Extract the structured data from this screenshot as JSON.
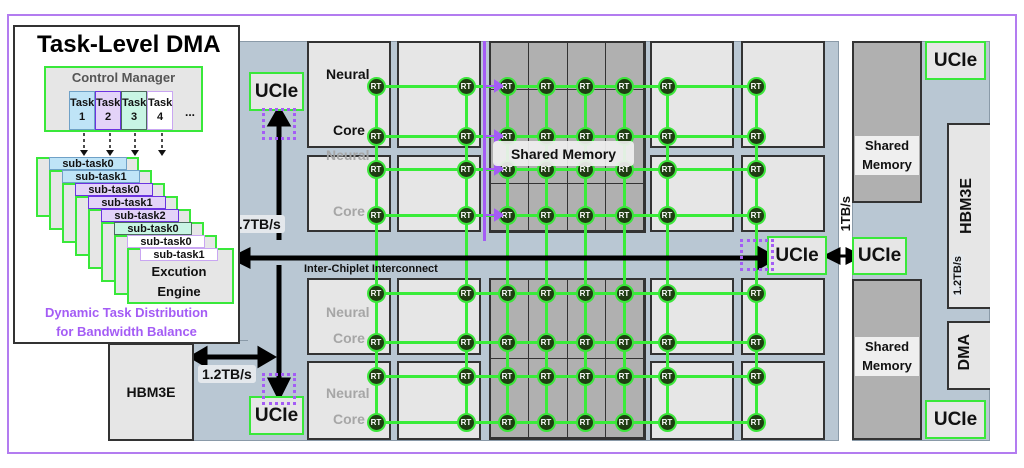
{
  "title": "Task-Level DMA",
  "dma_panel": {
    "control_manager": "Control Manager",
    "tasks": [
      {
        "label": "Task",
        "num": "1",
        "color": "#bfe4f7",
        "border": "#6fa1c7"
      },
      {
        "label": "Task",
        "num": "2",
        "color": "#e3d3f8",
        "border": "#6b33e0"
      },
      {
        "label": "Task",
        "num": "3",
        "color": "#c8f5e4",
        "border": "#4d6b5f"
      },
      {
        "label": "Task",
        "num": "4",
        "color": "#ffffff",
        "border": "#c9a6f2"
      }
    ],
    "more": "...",
    "subtasks": [
      {
        "label": "sub-task0",
        "color": "#bfe4f7",
        "border": "#6fa1c7"
      },
      {
        "label": "sub-task1",
        "color": "#bfe4f7",
        "border": "#6fa1c7"
      },
      {
        "label": "sub-task0",
        "color": "#e3d3f8",
        "border": "#6b33e0"
      },
      {
        "label": "sub-task1",
        "color": "#e3d3f8",
        "border": "#6b33e0"
      },
      {
        "label": "sub-task2",
        "color": "#e3d3f8",
        "border": "#6b33e0"
      },
      {
        "label": "sub-task0",
        "color": "#c8f5e4",
        "border": "#4d6b5f"
      },
      {
        "label": "sub-task0",
        "color": "#ffffff",
        "border": "#c9a6f2"
      },
      {
        "label": "sub-task1",
        "color": "#ffffff",
        "border": "#c9a6f2"
      }
    ],
    "engine_line1": "Excution",
    "engine_line2": "Engine",
    "caption_line1": "Dynamic Task Distribution",
    "caption_line2": "for Bandwidth Balance"
  },
  "main_chiplet": {
    "ucie_top": "UCIe",
    "ucie_bottom": "UCIe",
    "ucie_right": "UCIe",
    "hbm": "HBM3E",
    "bw_vertical": "2.7TB/s",
    "bw_hbm": "1.2TB/s",
    "interconnect_label": "Inter-Chiplet Interconnect",
    "shared_memory": "Shared Memory",
    "neural_core_word1": "Neural",
    "neural_core_word2": "Core",
    "router_label": "RT"
  },
  "link": {
    "bw": "1TB/s"
  },
  "right_chiplet": {
    "ucie_top": "UCIe",
    "ucie_mid": "UCIe",
    "ucie_bottom": "UCIe",
    "shared_memory_line1": "Shared",
    "shared_memory_line2": "Memory",
    "hbm": "HBM3E",
    "bw": "1.2TB/s",
    "dma": "DMA"
  },
  "colors": {
    "accent_purple": "#a45cf5",
    "link_green": "#39ec39",
    "router_fill": "#1f3d12"
  }
}
